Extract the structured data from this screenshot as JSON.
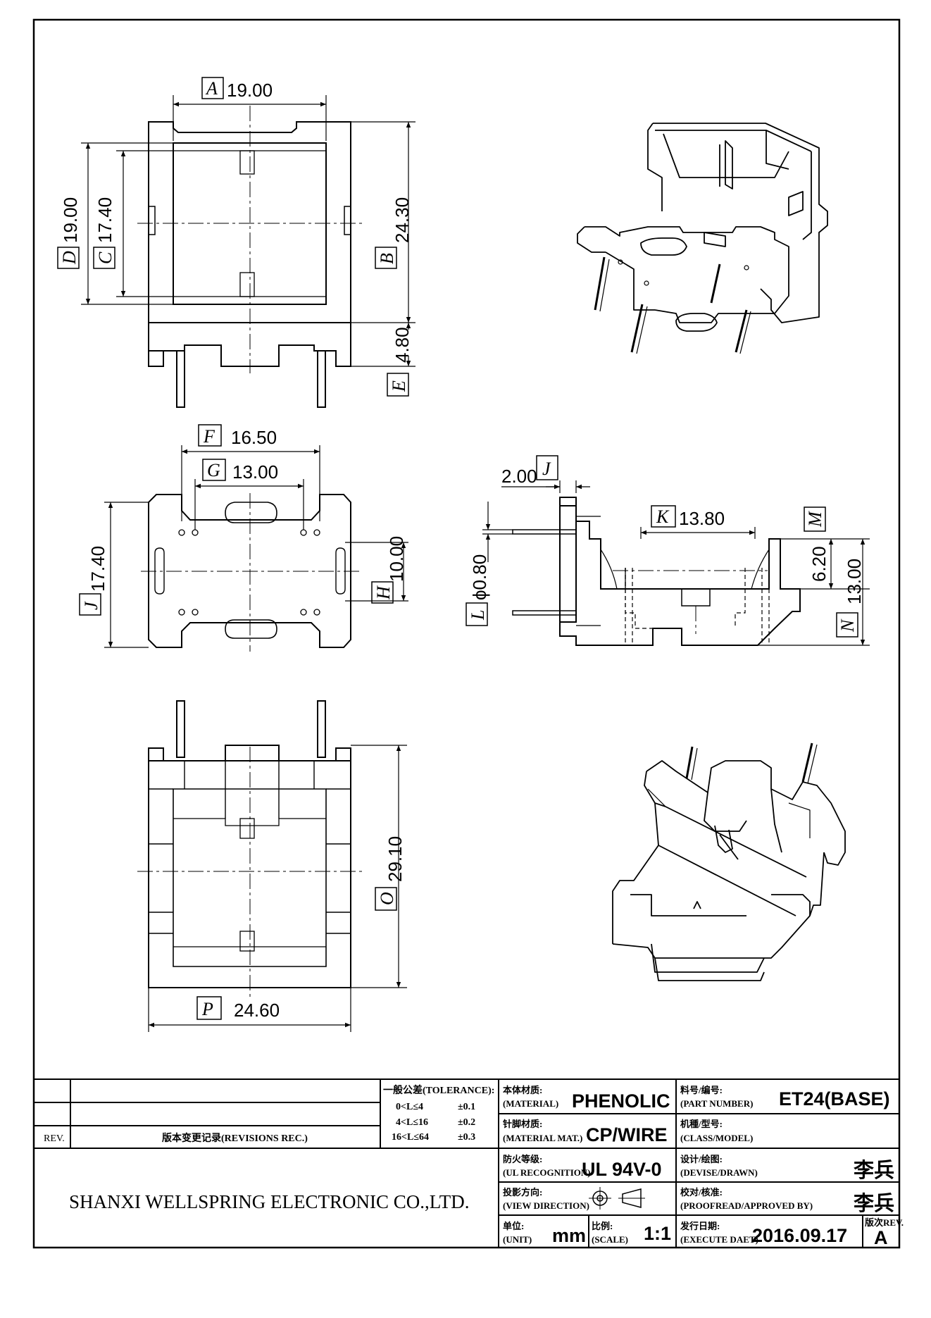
{
  "dimensions": {
    "A": {
      "label": "A",
      "value": "19.00"
    },
    "B": {
      "label": "B",
      "value": "24.30"
    },
    "C": {
      "label": "C",
      "value": "17.40"
    },
    "D": {
      "label": "D",
      "value": "19.00"
    },
    "E": {
      "label": "E",
      "value": "4.80"
    },
    "F": {
      "label": "F",
      "value": "16.50"
    },
    "G": {
      "label": "G",
      "value": "13.00"
    },
    "H": {
      "label": "H",
      "value": "10.00"
    },
    "J1": {
      "label": "J",
      "value": "17.40"
    },
    "J2": {
      "label": "J",
      "value": "2.00"
    },
    "K": {
      "label": "K",
      "value": "13.80"
    },
    "L": {
      "label": "L",
      "value": "ϕ0.80"
    },
    "M": {
      "label": "M",
      "value": "6.20"
    },
    "N": {
      "label": "N",
      "value": "13.00"
    },
    "O": {
      "label": "O",
      "value": "29.10"
    },
    "P": {
      "label": "P",
      "value": "24.60"
    }
  },
  "title_block": {
    "rev_label": "REV.",
    "revisions_label": "版本变更记录(REVISIONS REC.)",
    "tolerance_title": "一般公差(TOLERANCE):",
    "tolerance_rows": [
      {
        "range": "0<L≤4",
        "tol": "±0.1"
      },
      {
        "range": "4<L≤16",
        "tol": "±0.2"
      },
      {
        "range": "16<L≤64",
        "tol": "±0.3"
      }
    ],
    "company": "SHANXI WELLSPRING ELECTRONIC CO.,LTD.",
    "material_cn": "本体材质:",
    "material_en": "(MATERIAL)",
    "material_value": "PHENOLIC",
    "pin_cn": "针脚材质:",
    "pin_en": "(MATERIAL MAT.)",
    "pin_value": "CP/WIRE",
    "ul_cn": "防火等级:",
    "ul_en": "(UL RECOGNITION)",
    "ul_value": "UL 94V-0",
    "view_cn": "投影方向:",
    "view_en": "(VIEW DIRECTION)",
    "unit_cn": "单位:",
    "unit_en": "(UNIT)",
    "unit_value": "mm",
    "scale_cn": "比例:",
    "scale_en": "(SCALE)",
    "scale_value": "1:1",
    "part_cn": "料号/编号:",
    "part_en": "(PART NUMBER)",
    "part_value": "ET24(BASE)",
    "class_cn": "机種/型号:",
    "class_en": "(CLASS/MODEL)",
    "drawn_cn": "设计/绘图:",
    "drawn_en": "(DEVISE/DRAWN)",
    "drawn_value": "李兵",
    "approved_cn": "校对/核准:",
    "approved_en": "(PROOFREAD/APPROVED BY)",
    "approved_value": "李兵",
    "date_cn": "发行日期:",
    "date_en": "(EXECUTE DAET)",
    "date_value": "2016.09.17",
    "rev_cn": "版次REV.",
    "rev_value": "A"
  }
}
